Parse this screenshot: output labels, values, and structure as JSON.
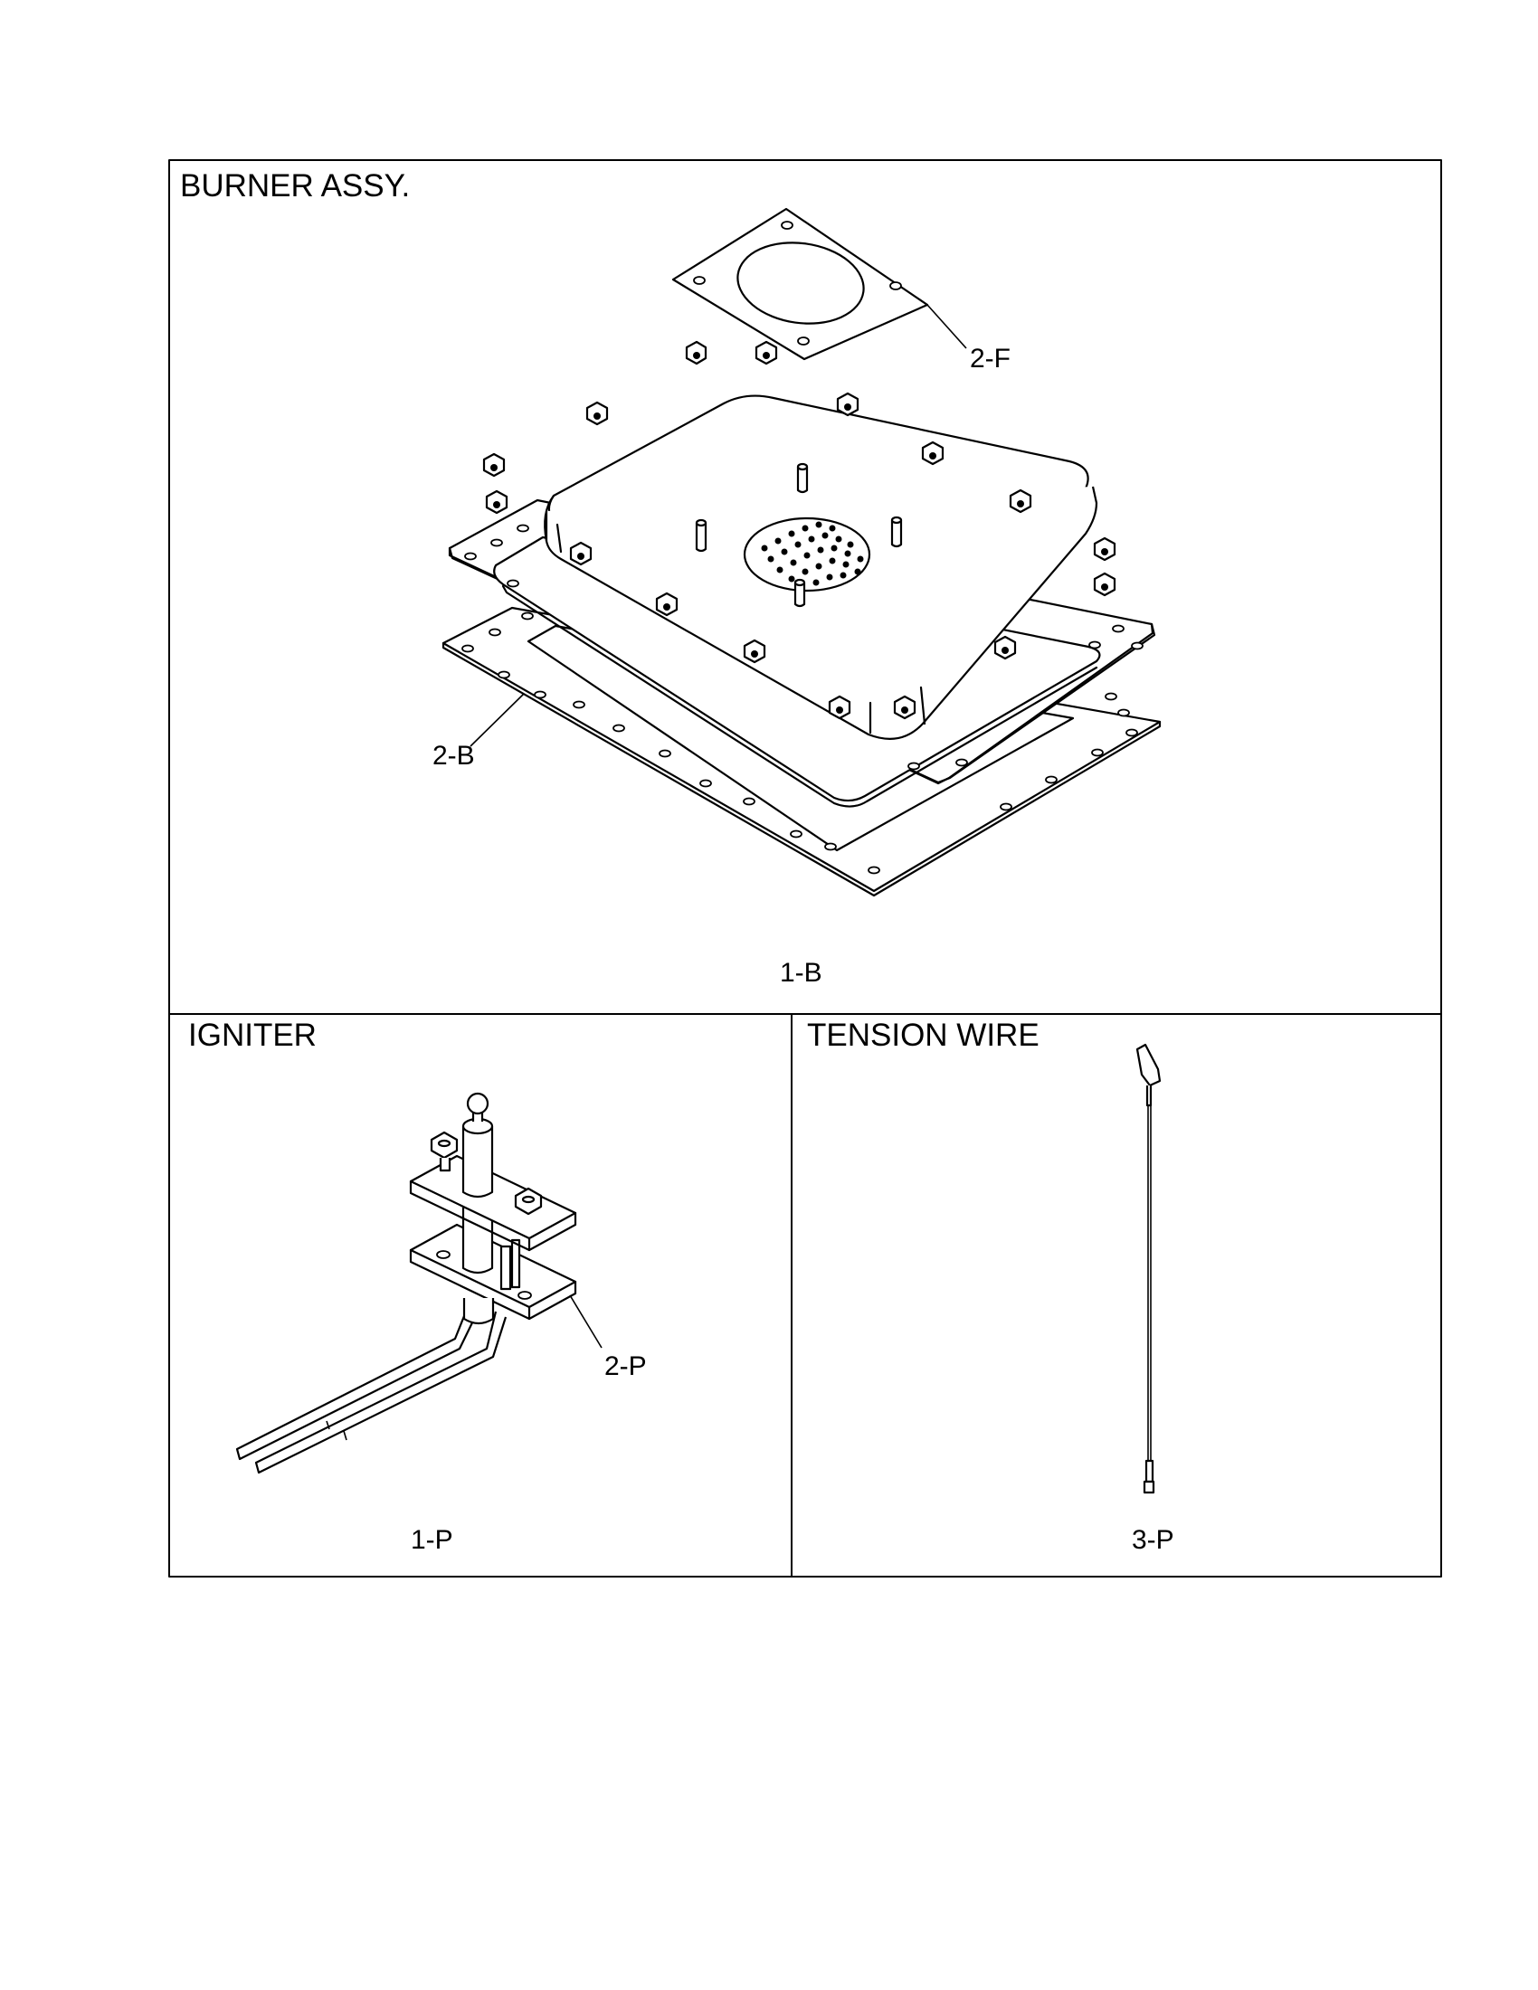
{
  "panels": {
    "burner": {
      "title": "BURNER ASSY.",
      "callouts": {
        "flange_gasket": "2-F",
        "base_gasket": "2-B",
        "assembly": "1-B"
      }
    },
    "igniter": {
      "title": "IGNITER",
      "callouts": {
        "bracket": "2-P",
        "igniter": "1-P"
      }
    },
    "tension_wire": {
      "title": "TENSION WIRE",
      "callouts": {
        "wire": "3-P"
      }
    }
  }
}
